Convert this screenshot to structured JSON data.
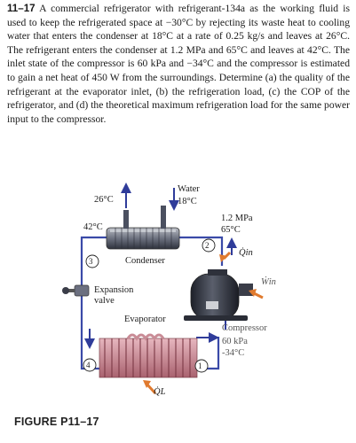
{
  "problem": {
    "number": "11–17",
    "text": "A commercial refrigerator with refrigerant-134a as the working fluid is used to keep the refrigerated space at −30°C by rejecting its waste heat to cooling water that enters the condenser at 18°C at a rate of 0.25 kg/s and leaves at 26°C. The refrigerant enters the condenser at 1.2 MPa and 65°C and leaves at 42°C. The inlet state of the compressor is 60 kPa and −34°C and the compressor is estimated to gain a net heat of 450 W from the surroundings. Determine (a) the quality of the refrigerant at the evaporator inlet, (b) the refrigeration load, (c) the COP of the refrigerator, and (d) the theoretical maximum refrigeration load for the same power input to the compressor."
  },
  "figure": {
    "water_label": "Water",
    "water_in_temp": "18°C",
    "water_out_temp": "26°C",
    "condenser_exit_temp": "42°C",
    "condenser_inlet_pressure": "1.2 MPa",
    "condenser_inlet_temp": "65°C",
    "condenser_label": "Condenser",
    "expansion_valve_label": "Expansion valve",
    "evaporator_label": "Evaporator",
    "compressor_label": "Compressor",
    "compressor_inlet_pressure": "60 kPa",
    "compressor_inlet_temp": "-34°C",
    "q_in_label": "Q̇in",
    "w_in_label": "Ẇin",
    "q_l_label": "Q̇L",
    "state_1": "1",
    "state_2": "2",
    "state_3": "3",
    "state_4": "4",
    "colors": {
      "pipe": "#3a4aa8",
      "arrow": "#2f3c9a",
      "heat_arrow": "#e07a2e",
      "coil": "#c98c96"
    }
  },
  "caption": "FIGURE P11–17"
}
